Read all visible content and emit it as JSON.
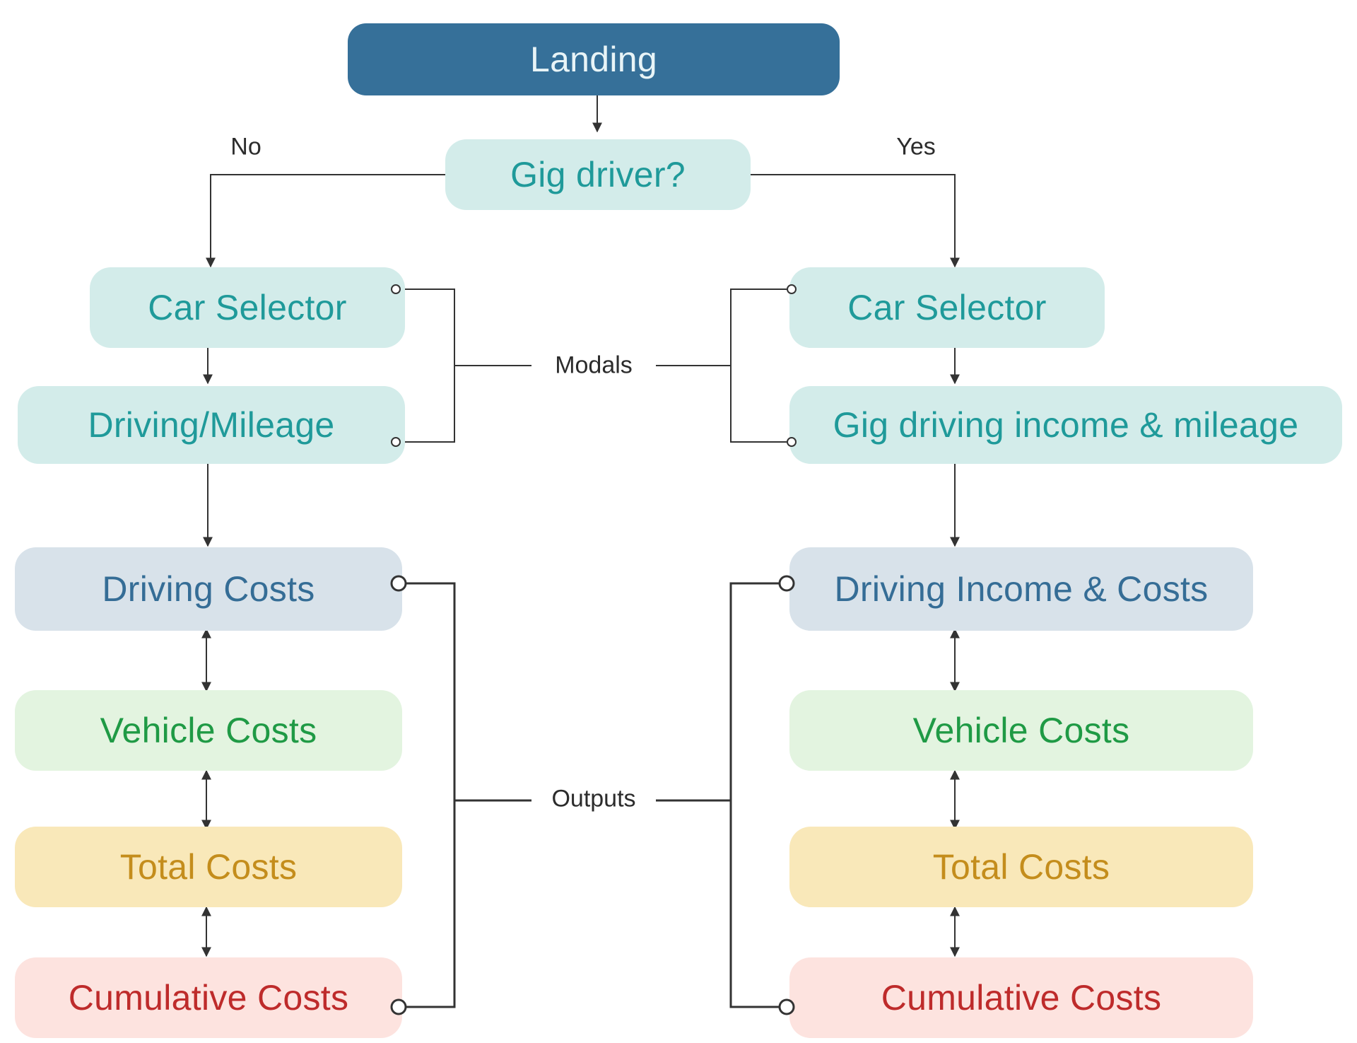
{
  "landing": "Landing",
  "question": "Gig driver?",
  "branch_no": "No",
  "branch_yes": "Yes",
  "modals_label": "Modals",
  "outputs_label": "Outputs",
  "left": {
    "car_selector": "Car Selector",
    "driving_mileage": "Driving/Mileage",
    "driving_costs": "Driving Costs",
    "vehicle_costs": "Vehicle Costs",
    "total_costs": "Total Costs",
    "cumulative_costs": "Cumulative Costs"
  },
  "right": {
    "car_selector": "Car Selector",
    "gig_income_mileage": "Gig driving income & mileage",
    "driving_income_costs": "Driving Income & Costs",
    "vehicle_costs": "Vehicle Costs",
    "total_costs": "Total Costs",
    "cumulative_costs": "Cumulative Costs"
  },
  "colors": {
    "landing_fill": "#367099",
    "landing_text": "#e8f4f7",
    "teal_fill": "#d3ecea",
    "teal_text": "#1f9a9a",
    "blue_fill": "#d8e2ea",
    "blue_text": "#356d96",
    "green_fill": "#e3f4e0",
    "green_text": "#1f9a45",
    "yellow_fill": "#f9e8b9",
    "yellow_text": "#c48d1c",
    "red_fill": "#fde3df",
    "red_text": "#be2b2b",
    "line": "#333333"
  }
}
